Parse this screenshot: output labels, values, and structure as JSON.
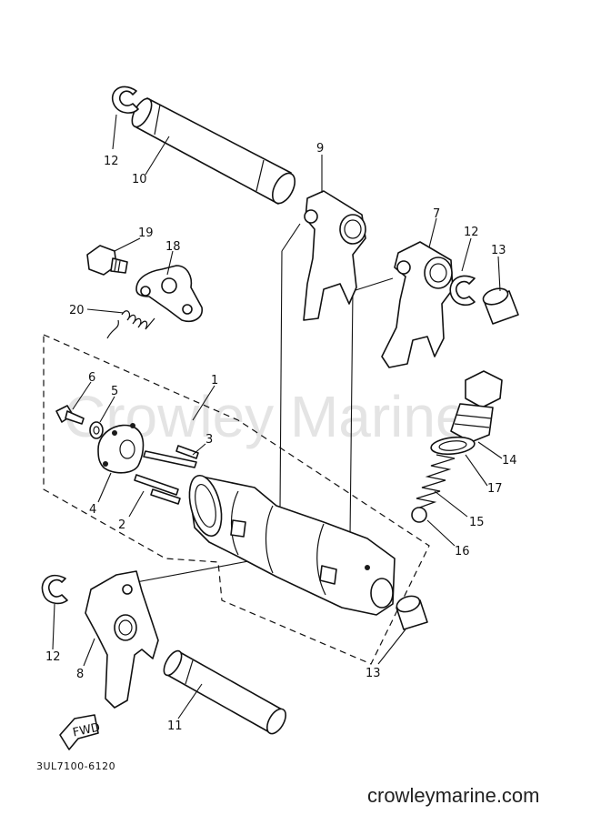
{
  "watermark": "Crowley Marine",
  "diagram_code": "3UL7100-6120",
  "website": "crowleymarine.com",
  "fwd_label": "FWD",
  "callouts": {
    "c1": "1",
    "c2": "2",
    "c3": "3",
    "c4": "4",
    "c5": "5",
    "c6": "6",
    "c7": "7",
    "c8": "8",
    "c9": "9",
    "c10": "10",
    "c11": "11",
    "c12a": "12",
    "c12b": "12",
    "c12c": "12",
    "c13a": "13",
    "c13b": "13",
    "c14": "14",
    "c15": "15",
    "c16": "16",
    "c17": "17",
    "c18": "18",
    "c19": "19",
    "c20": "20"
  }
}
